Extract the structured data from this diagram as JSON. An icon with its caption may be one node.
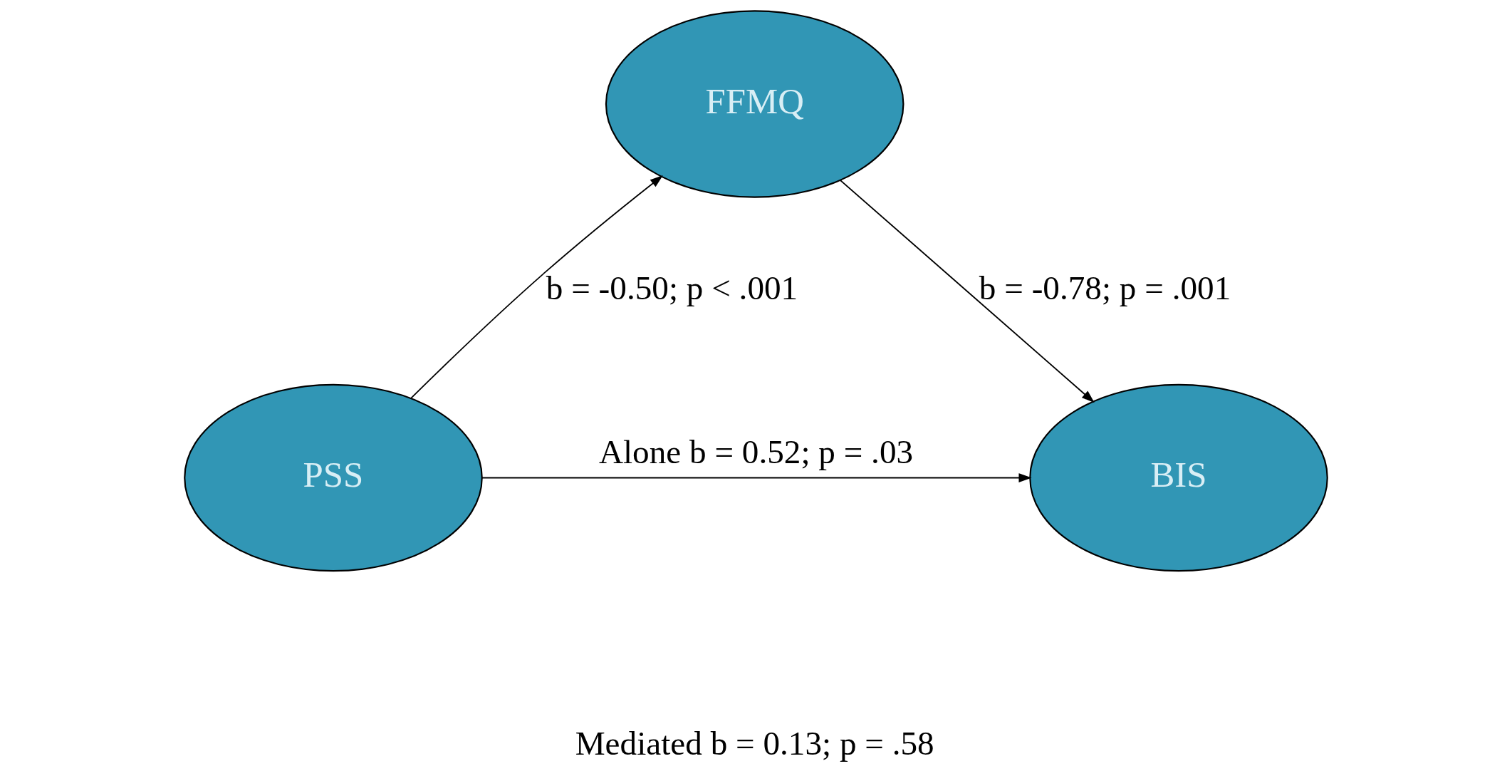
{
  "diagram": {
    "nodes": [
      {
        "text": [
          "FFMQ"
        ]
      },
      {
        "text": [
          "PSS"
        ]
      },
      {
        "text": [
          "BIS"
        ]
      }
    ],
    "edges": [
      {
        "from": 1,
        "to": 0,
        "arrow": "to",
        "label": "b = -0.50; p < .001"
      },
      {
        "from": 0,
        "to": 2,
        "arrow": "to",
        "label": "b = -0.78; p = .001"
      },
      {
        "from": 1,
        "to": 2,
        "arrow": "to",
        "label": "Alone b = 0.52; p = .03"
      }
    ],
    "labels": [
      "Mediated b = 0.13; p = .58"
    ]
  }
}
